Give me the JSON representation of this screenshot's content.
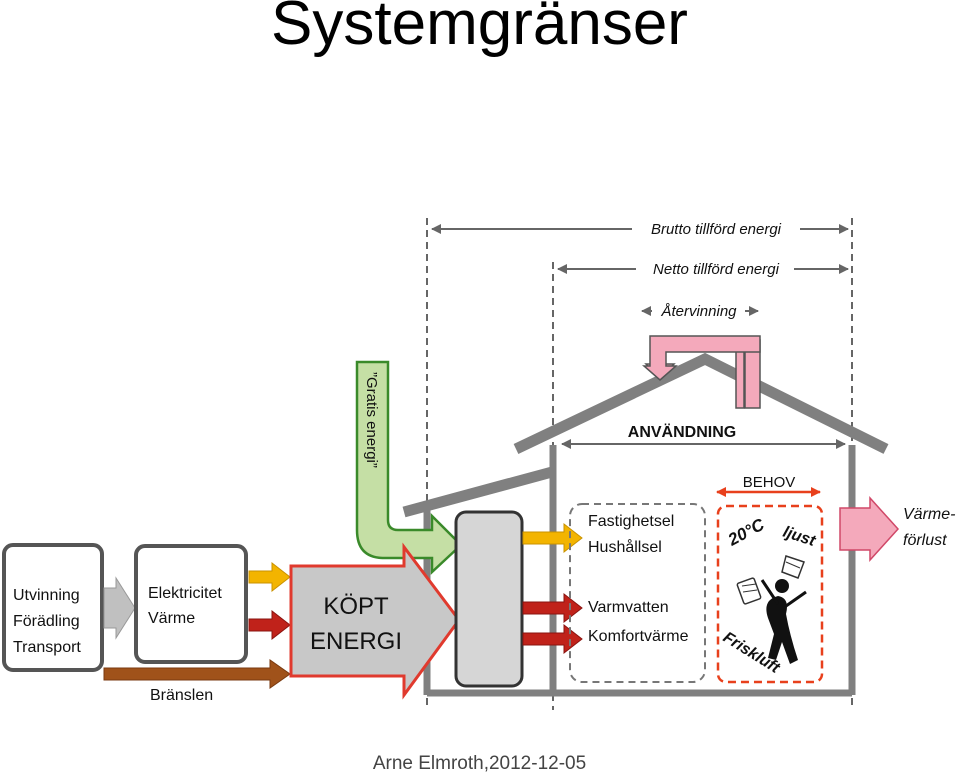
{
  "title": "Systemgränser",
  "footer": "Arne Elmroth,2012-12-05",
  "labels": {
    "brutto": "Brutto tillförd energi",
    "netto": "Netto tillförd energi",
    "atervinning": "Återvinning",
    "anvandning": "ANVÄNDNING",
    "behov": "BEHOV",
    "gratis": "”Gratis energi”",
    "varmeforlust_1": "Värme-",
    "varmeforlust_2": "förlust",
    "utvinning": "Utvinning",
    "foradling": "Förädling",
    "transport": "Transport",
    "elektricitet": "Elektricitet",
    "varme": "Värme",
    "branslen": "Bränslen",
    "kopt_1": "KÖPT",
    "kopt_2": "ENERGI",
    "fastighetsel": "Fastighetsel",
    "hushallsel": "Hushållsel",
    "varmvatten": "Varmvatten",
    "komfortvarme": "Komfortvärme",
    "temp": "20°C",
    "ljust": "ljust",
    "friskluft": "Friskluft"
  }
}
